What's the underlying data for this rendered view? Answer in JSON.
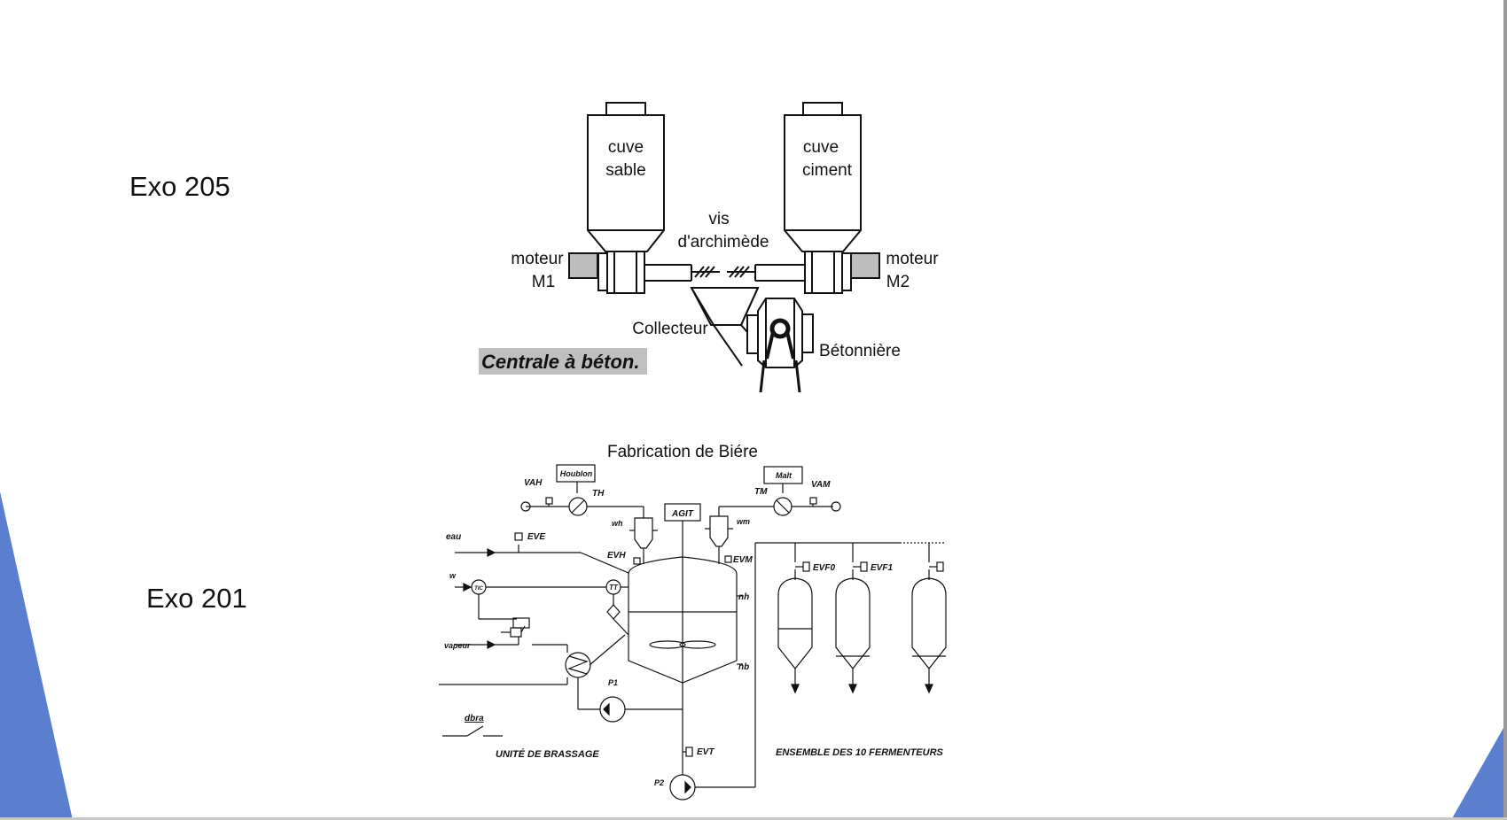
{
  "slide": {
    "label_top": "Exo 205",
    "label_bottom": "Exo 201",
    "accent_color": "#5b7fce"
  },
  "beton": {
    "tank_left_line1": "cuve",
    "tank_left_line2": "sable",
    "tank_right_line1": "cuve",
    "tank_right_line2": "ciment",
    "screw_line1": "vis",
    "screw_line2": "d'archimède",
    "motor_left_line1": "moteur",
    "motor_left_line2": "M1",
    "motor_right_line1": "moteur",
    "motor_right_line2": "M2",
    "collector": "Collecteur",
    "mixer": "Bétonnière",
    "caption": "Centrale à béton."
  },
  "biere": {
    "title": "Fabrication de Biére",
    "houblon": "Houblon",
    "malt": "Malt",
    "vah": "VAH",
    "vam": "VAM",
    "th": "TH",
    "tm": "TM",
    "wh": "wh",
    "wm": "wm",
    "eau": "eau",
    "eve": "EVE",
    "evh": "EVH",
    "evm": "EVM",
    "agit": "AGIT",
    "w": "w",
    "tic": "TIC",
    "tt": "TT",
    "nh": "nh",
    "nb": "nb",
    "vapeur": "vapeur",
    "p1": "P1",
    "p2": "P2",
    "evt": "EVT",
    "dbra": "dbra",
    "evf0": "EVF0",
    "evf1": "EVF1",
    "unit_brassage": "UNITÉ DE BRASSAGE",
    "fermenteurs": "ENSEMBLE DES 10 FERMENTEURS"
  }
}
